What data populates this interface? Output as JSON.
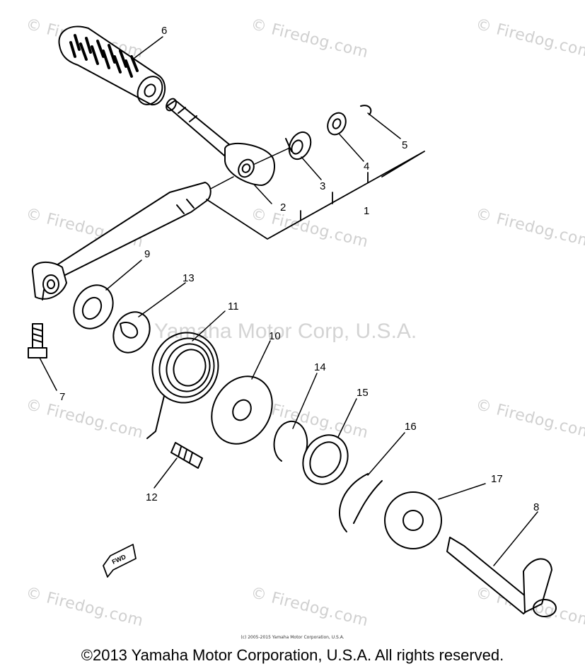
{
  "diagram": {
    "part_numbers": [
      "1",
      "2",
      "3",
      "4",
      "5",
      "6",
      "7",
      "8",
      "9",
      "10",
      "11",
      "12",
      "13",
      "14",
      "15",
      "16",
      "17"
    ],
    "direction_marker": "FWD"
  },
  "watermarks": {
    "repeating": "© Firedog.com",
    "center": "Yamaha Motor Corp, U.S.A."
  },
  "footer": {
    "small_credit": "(c) 2005-2015 Yamaha Motor Corporation, U.S.A.",
    "copyright": "©2013 Yamaha Motor Corporation, U.S.A. All rights reserved."
  }
}
